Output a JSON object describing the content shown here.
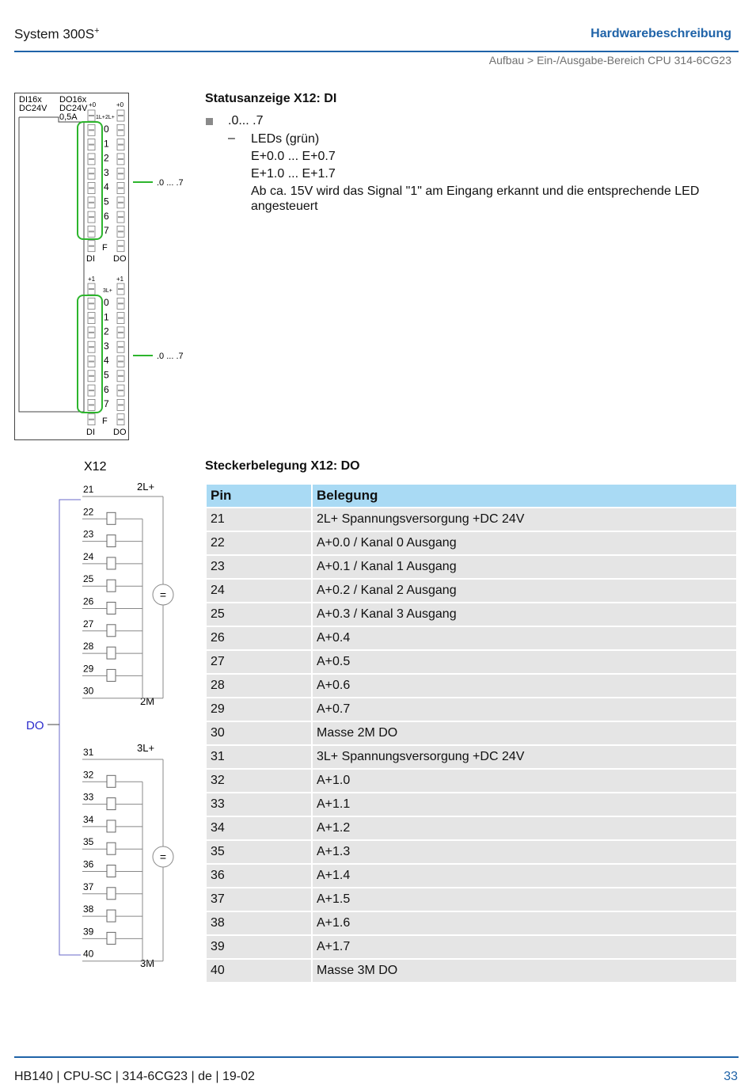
{
  "header": {
    "system": "System 300S",
    "system_sup": "+",
    "section": "Hardwarebeschreibung",
    "breadcrumb": "Aufbau > Ein-/Ausgabe-Bereich CPU 314-6CG23"
  },
  "module": {
    "di_label_1": "DI16x",
    "di_label_2": "DC24V",
    "do_label_1": "DO16x",
    "do_label_2": "DC24V",
    "do_label_3": "0,5A",
    "top_plus0": "+0",
    "top_plus0b": "+0",
    "top_1l": "1L+",
    "top_2l": "2L+",
    "bot_plus1": "+1",
    "bot_plus1b": "+1",
    "bot_3l": "3L+",
    "led_numbers": [
      "0",
      "1",
      "2",
      "3",
      "4",
      "5",
      "6",
      "7"
    ],
    "f_label": "F",
    "di": "DI",
    "do": "DO",
    "callout_top": ".0 ... .7",
    "callout_bottom": ".0 ... .7"
  },
  "status": {
    "title": "Statusanzeige X12: DI",
    "bullet": ".0... .7",
    "dash": "–",
    "leds": "LEDs (grün)",
    "range1": "E+0.0 ... E+0.7",
    "range2": "E+1.0 ... E+1.7",
    "desc": "Ab ca. 15V wird das Signal \"1\" am Eingang erkannt und die entsprechende LED angesteuert"
  },
  "connector": {
    "x12": "X12",
    "pins_top": [
      "21",
      "22",
      "23",
      "24",
      "25",
      "26",
      "27",
      "28",
      "29",
      "30"
    ],
    "pins_bottom": [
      "31",
      "32",
      "33",
      "34",
      "35",
      "36",
      "37",
      "38",
      "39",
      "40"
    ],
    "l2": "2L+",
    "m2": "2M",
    "l3": "3L+",
    "m3": "3M",
    "eq": "=",
    "do": "DO"
  },
  "pin_table": {
    "title": "Steckerbelegung X12: DO",
    "headers": [
      "Pin",
      "Belegung"
    ],
    "rows": [
      [
        "21",
        "2L+ Spannungsversorgung +DC 24V"
      ],
      [
        "22",
        "A+0.0 / Kanal 0 Ausgang"
      ],
      [
        "23",
        "A+0.1 / Kanal 1 Ausgang"
      ],
      [
        "24",
        "A+0.2 / Kanal 2 Ausgang"
      ],
      [
        "25",
        "A+0.3 / Kanal 3 Ausgang"
      ],
      [
        "26",
        "A+0.4"
      ],
      [
        "27",
        "A+0.5"
      ],
      [
        "28",
        "A+0.6"
      ],
      [
        "29",
        "A+0.7"
      ],
      [
        "30",
        "Masse 2M DO"
      ],
      [
        "31",
        "3L+ Spannungsversorgung +DC 24V"
      ],
      [
        "32",
        "A+1.0"
      ],
      [
        "33",
        "A+1.1"
      ],
      [
        "34",
        "A+1.2"
      ],
      [
        "35",
        "A+1.3"
      ],
      [
        "36",
        "A+1.4"
      ],
      [
        "37",
        "A+1.5"
      ],
      [
        "38",
        "A+1.6"
      ],
      [
        "39",
        "A+1.7"
      ],
      [
        "40",
        "Masse 3M DO"
      ]
    ]
  },
  "footer": {
    "doc": "HB140 | CPU-SC | 314-6CG23 | de | 19-02",
    "page": "33"
  },
  "colors": {
    "accent": "#1f63a8",
    "header_cell": "#a9daf4",
    "row_cell": "#e5e5e5",
    "led_highlight": "#2db52d"
  }
}
